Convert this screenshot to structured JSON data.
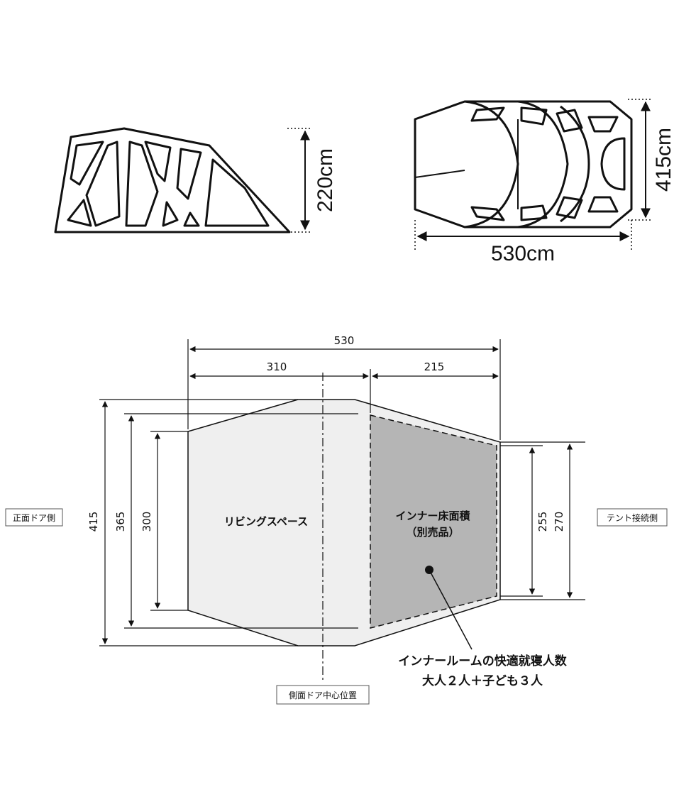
{
  "side_view": {
    "height_label": "220cm"
  },
  "top_view": {
    "depth_label": "415cm",
    "width_label": "530cm"
  },
  "floor_plan": {
    "total_width": "530",
    "living_width": "310",
    "inner_width": "215",
    "overall_depth": "415",
    "mid_depth": "365",
    "front_depth": "300",
    "inner_front_depth": "255",
    "inner_back_depth": "270",
    "living_space_label": "リビングスペース",
    "inner_floor_label_1": "インナー床面積",
    "inner_floor_label_2": "（別売品）",
    "front_door_label": "正面ドア側",
    "tent_connect_label": "テント接続側",
    "side_door_label": "側面ドア中心位置",
    "capacity_line_1": "インナールームの快適就寝人数",
    "capacity_line_2": "大人２人＋子ども３人"
  }
}
